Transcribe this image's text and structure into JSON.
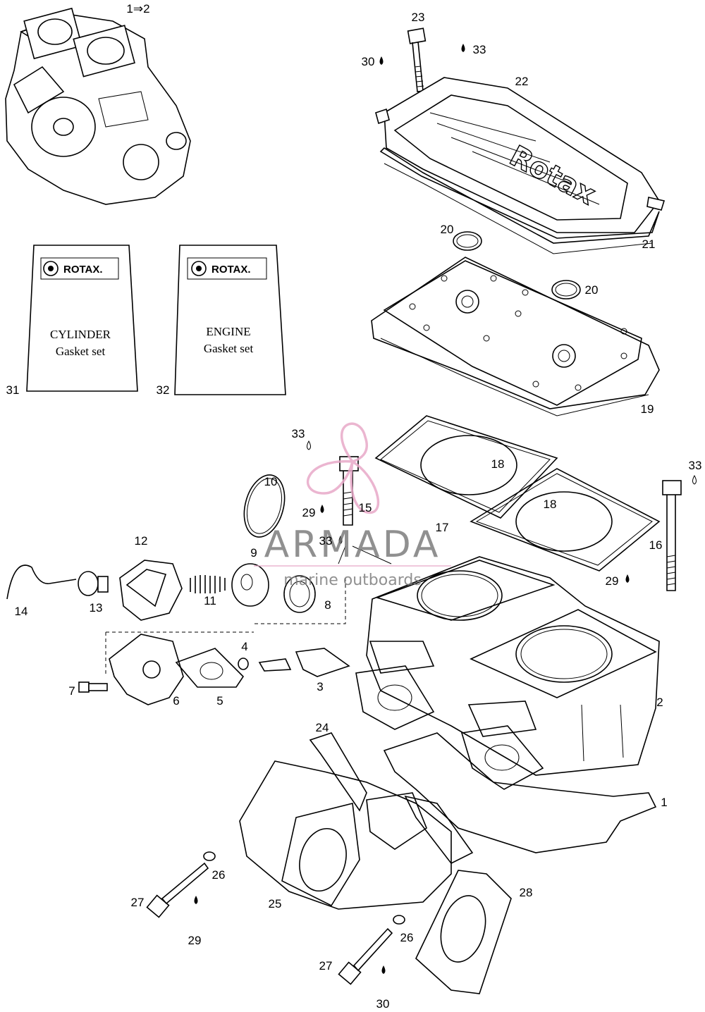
{
  "callouts": {
    "c1": "1",
    "c1to2": "1⇒2",
    "c2": "2",
    "c3": "3",
    "c4": "4",
    "c5": "5",
    "c6": "6",
    "c7": "7",
    "c8": "8",
    "c9": "9",
    "c10": "10",
    "c11": "11",
    "c12": "12",
    "c13": "13",
    "c14": "14",
    "c15": "15",
    "c16": "16",
    "c17": "17",
    "c18a": "18",
    "c18b": "18",
    "c19": "19",
    "c20a": "20",
    "c20b": "20",
    "c21": "21",
    "c22": "22",
    "c23": "23",
    "c24": "24",
    "c25": "25",
    "c26a": "26",
    "c26b": "26",
    "c27a": "27",
    "c27b": "27",
    "c28": "28",
    "c29a": "29",
    "c29b": "29",
    "c29c": "29",
    "c30a": "30",
    "c30b": "30",
    "c31": "31",
    "c32": "32",
    "c33a": "33",
    "c33b": "33",
    "c33c": "33",
    "c33d": "33"
  },
  "kits": {
    "cylinder": {
      "brand": "ROTAX.",
      "line1": "CYLINDER",
      "line2": "Gasket set"
    },
    "engine": {
      "brand": "ROTAX.",
      "line1": "ENGINE",
      "line2": "Gasket set"
    }
  },
  "cylinder_head_cover_text": "Rotax",
  "watermark": {
    "title": "ARMADA",
    "subtitle": "marine outboards",
    "color": "#e8a9c8"
  }
}
